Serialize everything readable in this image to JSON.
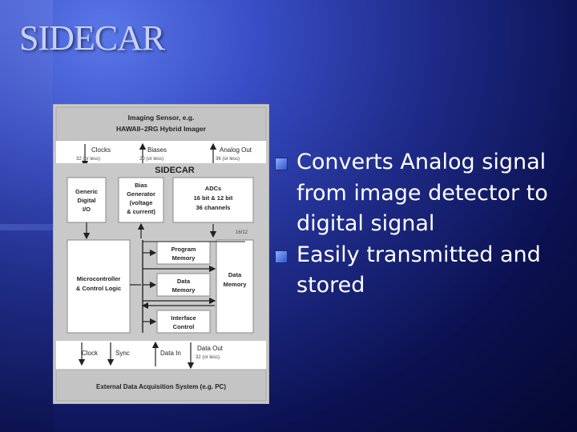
{
  "slide": {
    "title": "SIDECAR",
    "bullets": [
      "Converts Analog signal from image detector to digital signal",
      "Easily transmitted and stored"
    ]
  },
  "diagram": {
    "sensor_line1": "Imaging Sensor, e.g.",
    "sensor_line2": "HAWAII–2RG Hybrid Imager",
    "clocks_label": "Clocks",
    "clocks_sub": "32 (or less)",
    "biases_label": "Biases",
    "biases_sub": "20 (or less)",
    "analog_label": "Analog Out",
    "analog_sub": "36 (or less)",
    "sidecar_label": "SIDECAR",
    "generic_io": [
      "Generic",
      "Digital",
      "I/O"
    ],
    "bias_gen": [
      "Bias",
      "Generator",
      "(voltage",
      "& current)"
    ],
    "adcs": [
      "ADCs",
      "16 bit & 12 bit",
      "36 channels"
    ],
    "adc_bus": "16/12",
    "program_memory": [
      "Program",
      "Memory"
    ],
    "microcontroller": [
      "Microcontroller",
      "& Control Logic"
    ],
    "data_memory_center": [
      "Data",
      "Memory"
    ],
    "data_memory_right": [
      "Data",
      "Memory"
    ],
    "interface_control": [
      "Interface",
      "Control"
    ],
    "clock_label": "Clock",
    "sync_label": "Sync",
    "data_in_label": "Data In",
    "data_out_label": "Data Out",
    "data_out_sub": "32 (or less)",
    "external_label": "External Data Acquisition System (e.g. PC)"
  },
  "colors": {
    "diagram_bg": "#c9c9c9",
    "block": "#ffffff",
    "title_text": "#c8d0ff",
    "bullet_square": "#5a7ee8"
  }
}
